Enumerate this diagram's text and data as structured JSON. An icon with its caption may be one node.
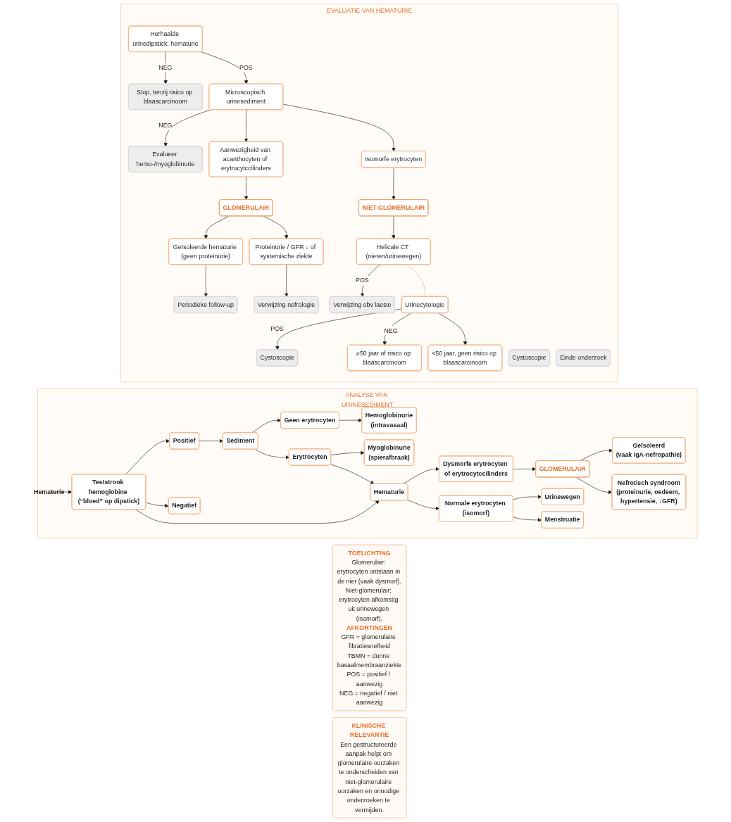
{
  "diagram": {
    "nodes": [
      {
        "text": [
          "EVALUATIE VAN HEMATURIE"
        ]
      },
      {
        "text": [
          "Herhaalde urinedipstick: hematurie"
        ],
        "in": 0
      },
      {
        "text": [
          "Stop, tenzij risico op blaascarcinoom"
        ],
        "in": 0
      },
      {
        "text": [
          "Microscopisch urinesediment"
        ],
        "in": 0
      },
      {
        "text": [
          "Evalueer hemo-/myoglobinurie"
        ],
        "in": 0
      },
      {
        "text": [
          "Aanwezigheid van acanthocyten of erytrocytccilinders"
        ],
        "in": 0
      },
      {
        "text": [
          "Isomorfe erytrocyten"
        ],
        "in": 0
      },
      {
        "text": [
          "GLOMERULAIR"
        ],
        "in": 0
      },
      {
        "text": [
          "NIET-GLOMERULAIR"
        ],
        "in": 0
      },
      {
        "text": [
          "Geïsoleerde hematurie (geen proteinurie)"
        ],
        "in": 0
      },
      {
        "text": [
          "Proteinurie / GFR ↓ of systemische ziekte"
        ],
        "in": 0
      },
      {
        "text": [
          "Helicale CT (nieren/urinewegen)"
        ],
        "in": 0
      },
      {
        "text": [
          "Verwijzing obv laesie"
        ],
        "in": 0
      },
      {
        "text": [
          "Urinecytologie"
        ],
        "in": 0
      },
      {
        "text": [
          "Cystoscopie"
        ],
        "in": 0
      },
      {
        "text": [
          "Periodieke follow-up"
        ],
        "in": 0
      },
      {
        "text": [
          "Verwijzing nefrologie"
        ],
        "in": 0
      },
      {
        "text": [
          "≥50 jaar of risico op blaascarcinoom"
        ],
        "in": 0
      },
      {
        "text": [
          "<50 jaar, geen risico op blaascarcinoom"
        ],
        "in": 0
      },
      {
        "text": [
          "Cystoscopie"
        ],
        "in": 0
      },
      {
        "text": [
          "Einde onderzoek"
        ],
        "in": 0
      },
      {
        "text": [
          "ANALYSE VAN URINESEDIMENT"
        ]
      },
      {
        "text": [
          "Hematurie"
        ],
        "in": 21
      },
      {
        "text": [
          "Teststrook hemoglobine (“bloed” op dipstick)"
        ],
        "in": 21
      },
      {
        "text": [
          "Positief"
        ],
        "in": 21
      },
      {
        "text": [
          "Negatief"
        ],
        "in": 21
      },
      {
        "text": [
          "Sediment"
        ],
        "in": 21
      },
      {
        "text": [
          "Geen erytrocyten"
        ],
        "in": 21
      },
      {
        "text": [
          "Hemoglobinurie",
          "(intravasaal)"
        ],
        "in": 21
      },
      {
        "text": [
          "Erytrocyten"
        ],
        "in": 21
      },
      {
        "text": [
          "Myoglobinurie",
          "(spierafbraak)"
        ],
        "in": 21
      },
      {
        "text": [
          "Hematurie"
        ],
        "in": 21
      },
      {
        "text": [
          "Dysmorfe erytrocyten of erytrocytccilinders"
        ],
        "in": 21
      },
      {
        "text": [
          "Normale erytrocyten (isomorf)"
        ],
        "in": 21
      },
      {
        "text": [
          "GLOMERULAIR"
        ],
        "in": 21
      },
      {
        "text": [
          "Urinewegen"
        ],
        "in": 21
      },
      {
        "text": [
          "Menstruatie"
        ],
        "in": 21
      },
      {
        "text": [
          "Geïsoleerd",
          "(vaak IgA-nefropathie)"
        ],
        "in": 21
      },
      {
        "text": [
          "Nefrotisch syndroom",
          "(proteinurie, oedeem, hypertensie, ↓GFR)"
        ],
        "in": 21
      },
      {
        "text": [
          "TOELICHTING",
          "Glomerulair: erytrocyten ontstaan in de nier (vaak dysmorf).",
          "Niet-glomerulair: erytrocyten afkomstig uit urinewegen (isomorf).",
          "AFKORTINGEN",
          "GFR = glomerulaire filtratiesnelheid",
          "TBMN = dunne basaalmembraanziekte",
          "POS = positief / aanwezig",
          "NEG = negatief / niet aanwezig"
        ]
      },
      {
        "text": [
          "KLINISCHE RELEVANTIE",
          "Een gestructureerde aanpak helpt om glomerulaire oorzaken te onderscheiden van niet-glomerulaire oorzaken en onnodige onderzoeken te vermijden."
        ]
      }
    ],
    "edges": [
      {
        "from": 1,
        "to": 2,
        "arrow": "to",
        "label": "NEG"
      },
      {
        "from": 1,
        "to": 3,
        "arrow": "to",
        "label": "POS"
      },
      {
        "from": 3,
        "to": 4,
        "arrow": "to",
        "label": "NEG"
      },
      {
        "from": 3,
        "to": 5,
        "arrow": "to"
      },
      {
        "from": 3,
        "to": 6,
        "arrow": "to"
      },
      {
        "from": 5,
        "to": 7,
        "arrow": "to"
      },
      {
        "from": 6,
        "to": 8,
        "arrow": "to"
      },
      {
        "from": 7,
        "to": 9,
        "arrow": "to"
      },
      {
        "from": 7,
        "to": 10,
        "arrow": "to"
      },
      {
        "from": 9,
        "to": 15,
        "arrow": "to"
      },
      {
        "from": 10,
        "to": 16,
        "arrow": "to"
      },
      {
        "from": 8,
        "to": 11,
        "arrow": "to"
      },
      {
        "from": 11,
        "to": 12,
        "arrow": "to",
        "label": "POS"
      },
      {
        "from": 11,
        "to": 13,
        "arrow": "none",
        "color": "#b5b5b5"
      },
      {
        "from": 13,
        "to": 14,
        "arrow": "to",
        "label": "POS"
      },
      {
        "from": 13,
        "to": 17,
        "arrow": "to",
        "label": "NEG"
      },
      {
        "from": 13,
        "to": 18,
        "arrow": "to"
      },
      {
        "from": 22,
        "to": 23,
        "arrow": "to"
      },
      {
        "from": 23,
        "to": 24,
        "arrow": "to"
      },
      {
        "from": 23,
        "to": 25,
        "arrow": "to"
      },
      {
        "from": 24,
        "to": 26,
        "arrow": "to"
      },
      {
        "from": 26,
        "to": 27,
        "arrow": "to"
      },
      {
        "from": 26,
        "to": 29,
        "arrow": "to"
      },
      {
        "from": 27,
        "to": 28,
        "arrow": "to"
      },
      {
        "from": 29,
        "to": 30,
        "arrow": "to"
      },
      {
        "from": 29,
        "to": 31,
        "arrow": "to"
      },
      {
        "from": 23,
        "to": 31,
        "arrow": "to"
      },
      {
        "from": 31,
        "to": 32,
        "arrow": "to"
      },
      {
        "from": 31,
        "to": 33,
        "arrow": "to"
      },
      {
        "from": 32,
        "to": 34,
        "arrow": "to"
      },
      {
        "from": 34,
        "to": 37,
        "arrow": "to"
      },
      {
        "from": 34,
        "to": 38,
        "arrow": "to"
      },
      {
        "from": 33,
        "to": 35,
        "arrow": "to"
      },
      {
        "from": 33,
        "to": 36,
        "arrow": "to"
      }
    ]
  }
}
